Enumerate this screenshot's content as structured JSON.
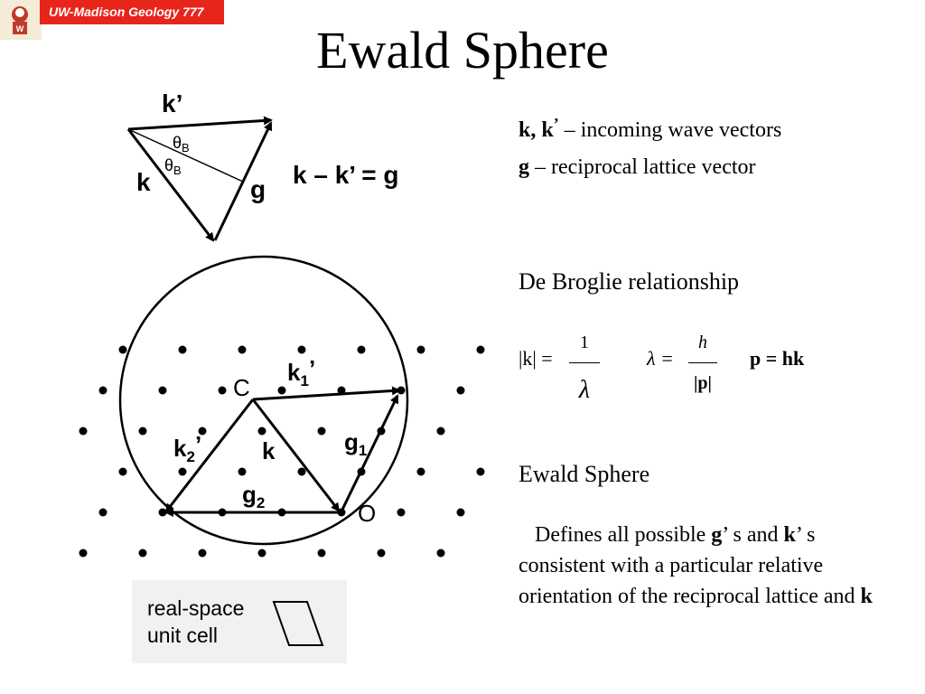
{
  "header": {
    "banner_text": "UW-Madison Geology 777",
    "title": "Ewald Sphere"
  },
  "diagram": {
    "top_triangle": {
      "k_prime_label": "k’",
      "k_label": "k",
      "g_label": "g",
      "theta_label": "θ",
      "theta_sub": "B",
      "equation": "k – k’ = g"
    },
    "sphere": {
      "center_label": "C",
      "origin_label": "O",
      "k_label": "k",
      "k1_main": "k",
      "k1_sub": "1",
      "k1_prime": "’",
      "k2_main": "k",
      "k2_sub": "2",
      "k2_prime": "’",
      "g1_main": "g",
      "g1_sub": "1",
      "g2_main": "g",
      "g2_sub": "2"
    },
    "legend": {
      "line1": "real-space",
      "line2": "unit cell"
    }
  },
  "definitions": {
    "k_pair_k": "k, k",
    "k_pair_prime": "’",
    "k_pair_desc": " – incoming wave vectors",
    "g_term": "g",
    "g_desc": " – reciprocal lattice vector"
  },
  "de_broglie": {
    "heading": "De Broglie relationship",
    "eq1_lhs": "|k| =",
    "eq1_num": "1",
    "eq1_den": "λ",
    "eq2_lhs": "λ =",
    "eq2_num": "h",
    "eq2_den": "|p|",
    "eq3": "p = hk"
  },
  "ewald": {
    "heading": "Ewald Sphere",
    "desc_part1": "Defines all possible ",
    "desc_g": "g",
    "desc_part2": "’ s and ",
    "desc_k": "k",
    "desc_part3": "’ s consistent with a particular relative orientation of the reciprocal lattice and ",
    "desc_k_end": "k"
  }
}
